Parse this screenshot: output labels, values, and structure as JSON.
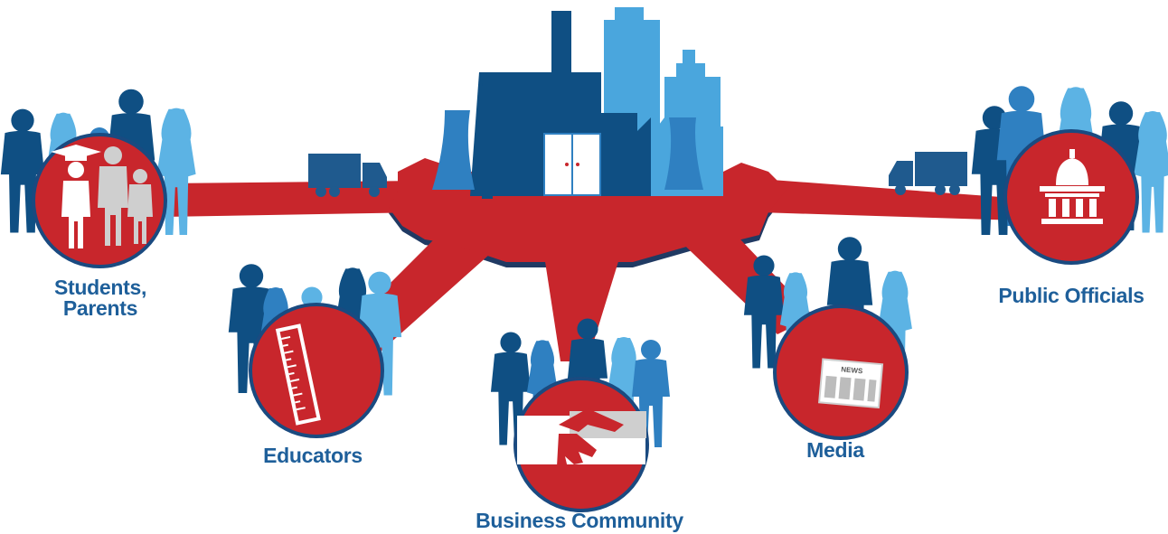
{
  "colors": {
    "hub_red": "#c8262c",
    "hub_shadow": "#203a63",
    "dark_blue": "#0f4f83",
    "mid_blue": "#2f80c1",
    "light_blue": "#5cb3e4",
    "label_blue": "#1e5f9a",
    "icon_white": "#ffffff",
    "icon_grey": "#cfcfcf"
  },
  "stakeholders": [
    {
      "id": "students",
      "label_lines": [
        "Students,",
        "Parents"
      ],
      "icon": "graduation-family-icon"
    },
    {
      "id": "educators",
      "label_lines": [
        "Educators"
      ],
      "icon": "ruler-icon"
    },
    {
      "id": "business",
      "label_lines": [
        "Business Community"
      ],
      "icon": "handshake-icon"
    },
    {
      "id": "media",
      "label_lines": [
        "Media"
      ],
      "icon": "newspaper-icon"
    },
    {
      "id": "officials",
      "label_lines": [
        "Public Officials"
      ],
      "icon": "capitol-building-icon"
    }
  ],
  "newspaper_text": "NEWS",
  "center_icon": "city-industry-icon",
  "vehicles": [
    "delivery-truck-icon",
    "delivery-truck-icon"
  ]
}
